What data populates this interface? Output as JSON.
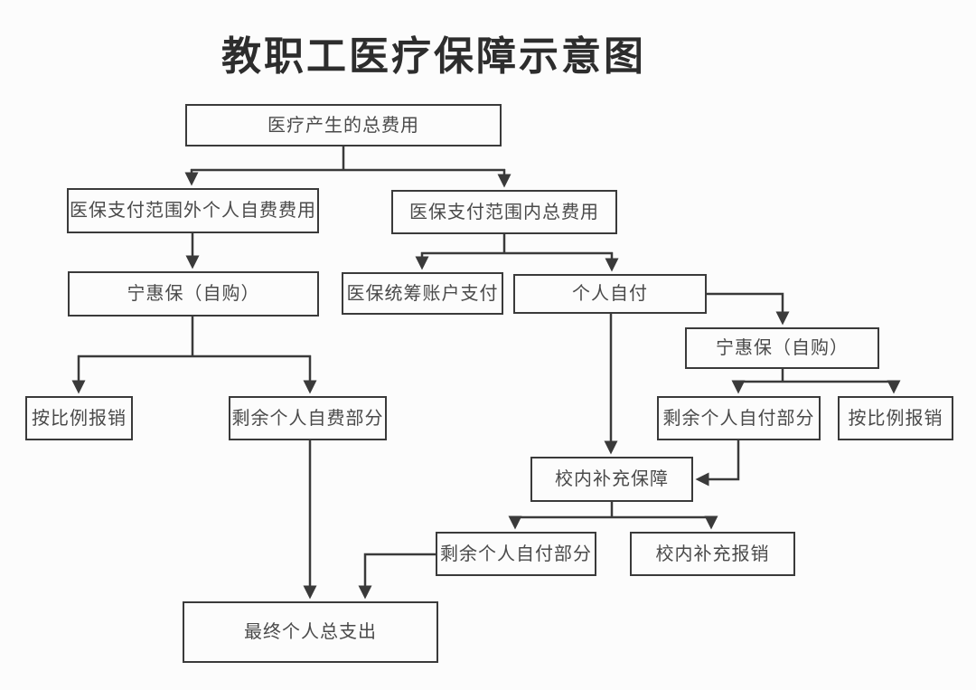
{
  "title": "教职工医疗保障示意图",
  "colors": {
    "background": "#fcfcfc",
    "line": "#3a3a3a",
    "box_border": "#3a3a3a",
    "box_text": "#4a4a4a",
    "title_text": "#2d2d2d"
  },
  "nodes": {
    "total_cost": {
      "label": "医疗产生的总费用"
    },
    "outside_scope": {
      "label": "医保支付范围外个人自费费用"
    },
    "inside_scope": {
      "label": "医保支付范围内总费用"
    },
    "ninghuibao_left": {
      "label": "宁惠保（自购）"
    },
    "pooled_account": {
      "label": "医保统筹账户支付"
    },
    "self_pay": {
      "label": "个人自付"
    },
    "ninghuibao_right": {
      "label": "宁惠保（自购）"
    },
    "proportional_left": {
      "label": "按比例报销"
    },
    "remaining_self_funded": {
      "label": "剩余个人自费部分"
    },
    "remaining_self_pay_right": {
      "label": "剩余个人自付部分"
    },
    "proportional_right": {
      "label": "按比例报销"
    },
    "campus_supplement": {
      "label": "校内补充保障"
    },
    "remaining_self_pay_bottom": {
      "label": "剩余个人自付部分"
    },
    "campus_reimbursement": {
      "label": "校内补充报销"
    },
    "final_total": {
      "label": "最终个人总支出"
    }
  },
  "edges": [
    {
      "from": "total_cost",
      "to": "outside_scope"
    },
    {
      "from": "total_cost",
      "to": "inside_scope"
    },
    {
      "from": "outside_scope",
      "to": "ninghuibao_left"
    },
    {
      "from": "inside_scope",
      "to": "pooled_account"
    },
    {
      "from": "inside_scope",
      "to": "self_pay"
    },
    {
      "from": "ninghuibao_left",
      "to": "proportional_left"
    },
    {
      "from": "ninghuibao_left",
      "to": "remaining_self_funded"
    },
    {
      "from": "self_pay",
      "to": "ninghuibao_right"
    },
    {
      "from": "self_pay",
      "to": "campus_supplement"
    },
    {
      "from": "ninghuibao_right",
      "to": "remaining_self_pay_right"
    },
    {
      "from": "ninghuibao_right",
      "to": "proportional_right"
    },
    {
      "from": "remaining_self_pay_right",
      "to": "campus_supplement"
    },
    {
      "from": "campus_supplement",
      "to": "remaining_self_pay_bottom"
    },
    {
      "from": "campus_supplement",
      "to": "campus_reimbursement"
    },
    {
      "from": "remaining_self_funded",
      "to": "final_total"
    },
    {
      "from": "remaining_self_pay_bottom",
      "to": "final_total"
    }
  ]
}
